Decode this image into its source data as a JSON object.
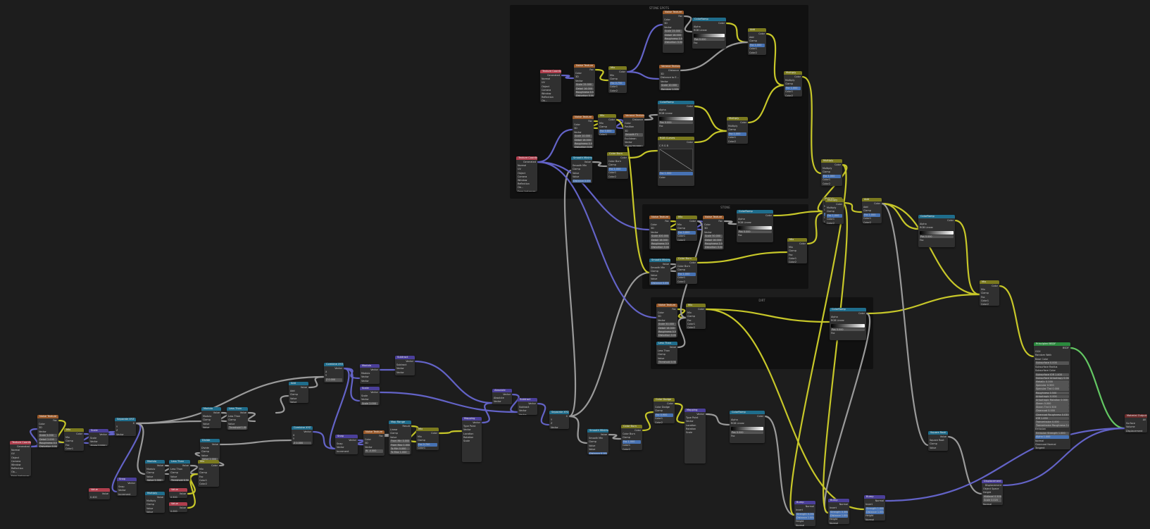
{
  "colors": {
    "background": "#1d1d1d",
    "frame": "#111111",
    "node_body": "#303030",
    "header_texture": "#e0716e",
    "header_input": "#b03e4d",
    "header_converter": "#1f6d8c",
    "header_shader": "#2b8a3e",
    "header_vector": "#4b3f9a",
    "header_color": "#7b7a1e",
    "header_output": "#6b2a2a",
    "wire_gray": "#9a9a9a",
    "wire_yellow": "#c7c729",
    "wire_blue": "#6363c7",
    "wire_green": "#63c763"
  },
  "frames": [
    {
      "id": "stone_spots",
      "label": "STONE SPOTS"
    },
    {
      "id": "stone",
      "label": "STONE"
    },
    {
      "id": "dirt",
      "label": "DIRT"
    }
  ],
  "nodes": [
    {
      "id": "texcoord_main",
      "title": "Texture Coordinate",
      "cat": "input",
      "rows": [
        "Generated",
        "Normal",
        "UV",
        "Object",
        "Camera",
        "Window",
        "Reflection",
        "Ob...",
        "From Instancer"
      ]
    },
    {
      "id": "noise_a",
      "title": "Noise Texture",
      "cat": "texture",
      "rows": [
        "Fac",
        "Color",
        "3D",
        "Vector",
        "Scale 5.000",
        "Detail 2.000",
        "Roughness 0.500",
        "Distortion 0.000"
      ]
    },
    {
      "id": "mix_a",
      "title": "Mix",
      "cat": "color",
      "rows": [
        "Color",
        "Mix",
        "Clamp",
        "Fac",
        "Color1",
        "Color2"
      ]
    },
    {
      "id": "scale_a",
      "title": "Scale",
      "cat": "vector",
      "rows": [
        "Vector",
        "Scale",
        "Vector",
        "Scale 1.000"
      ]
    },
    {
      "id": "sepxyz_a",
      "title": "Separate XYZ",
      "cat": "converter",
      "rows": [
        "X",
        "Y",
        "Z",
        "Vector"
      ]
    },
    {
      "id": "value_a",
      "title": "Value",
      "cat": "input",
      "rows": [
        "Value",
        "0.400"
      ]
    },
    {
      "id": "snap_a",
      "title": "Snap",
      "cat": "vector",
      "rows": [
        "Vector",
        "Snap",
        "Vector",
        "Increment"
      ]
    },
    {
      "id": "modulo_a",
      "title": "Modulo",
      "cat": "converter",
      "rows": [
        "Value",
        "Modulo",
        "Clamp",
        "Value",
        "Value 2.000"
      ]
    },
    {
      "id": "lessthan_a",
      "title": "Less Than",
      "cat": "converter",
      "rows": [
        "Value",
        "Less Than",
        "Clamp",
        "Value",
        "Threshold 0.500"
      ]
    },
    {
      "id": "multiply_a",
      "title": "Multiply",
      "cat": "converter",
      "rows": [
        "Value",
        "Multiply",
        "Clamp",
        "Value",
        "Value"
      ]
    },
    {
      "id": "divide_a",
      "title": "Divide",
      "cat": "converter",
      "rows": [
        "Value",
        "Divide",
        "Clamp",
        "Value",
        "Value 2.000"
      ]
    },
    {
      "id": "modulo_b",
      "title": "Modulo",
      "cat": "converter",
      "rows": [
        "Value",
        "Modulo",
        "Clamp",
        "Value",
        "Value"
      ]
    },
    {
      "id": "lessthan_b",
      "title": "Less Than",
      "cat": "converter",
      "rows": [
        "Value",
        "Less Than",
        "Clamp",
        "Value",
        "Threshold 1.000"
      ]
    },
    {
      "id": "mix_b",
      "title": "Mix",
      "cat": "color",
      "rows": [
        "Color",
        "Mix",
        "Clamp",
        "Fac",
        "Color1",
        "Color2"
      ]
    },
    {
      "id": "value_b",
      "title": "Value",
      "cat": "input",
      "rows": [
        "Value",
        "0.500"
      ]
    },
    {
      "id": "value_c",
      "title": "Value",
      "cat": "input",
      "rows": [
        "Value",
        "0.000"
      ]
    },
    {
      "id": "scale_b",
      "title": "Snap",
      "cat": "vector",
      "rows": [
        "Value",
        "Snap",
        "Clamp",
        "Value",
        "Value 1.000"
      ]
    },
    {
      "id": "add_a",
      "title": "Add",
      "cat": "converter",
      "rows": [
        "Value",
        "Add",
        "Clamp",
        "Value",
        "Value"
      ]
    },
    {
      "id": "combine_a",
      "title": "Combine XYZ",
      "cat": "converter",
      "rows": [
        "Vector",
        "X",
        "Y",
        "Z 0.000"
      ]
    },
    {
      "id": "combine_b",
      "title": "Combine XYZ",
      "cat": "converter",
      "rows": [
        "Vector",
        "X",
        "Y",
        "Z 0.000"
      ]
    },
    {
      "id": "modulo_c",
      "title": "Modulo",
      "cat": "vector",
      "rows": [
        "Vector",
        "Modulo",
        "Vector",
        "Vector"
      ]
    },
    {
      "id": "subtract_a",
      "title": "Subtract",
      "cat": "vector",
      "rows": [
        "Vector",
        "Subtract",
        "Vector",
        "Vector"
      ]
    },
    {
      "id": "scale_c",
      "title": "Scale",
      "cat": "vector",
      "rows": [
        "Vector",
        "Scale",
        "Vector",
        "Scale 2.000"
      ]
    },
    {
      "id": "snap_b",
      "title": "Snap",
      "cat": "vector",
      "rows": [
        "Vector",
        "Snap",
        "Vector",
        "Increment"
      ]
    },
    {
      "id": "noise_b",
      "title": "Noise Texture",
      "cat": "texture",
      "rows": [
        "Fac",
        "Color",
        "3D",
        "Vector",
        "W -4.000"
      ]
    },
    {
      "id": "maprange_a",
      "title": "Map Range",
      "cat": "converter",
      "rows": [
        "Result",
        "Linear",
        "Clamp",
        "Value",
        "From Min 0.000",
        "From Max 1.000",
        "To Min 0.000",
        "To Max 1.000"
      ]
    },
    {
      "id": "mix_c",
      "title": "Mix",
      "cat": "color",
      "rows": [
        "Color",
        "Mix",
        "Clamp",
        "Fac 0.700",
        "Color1",
        "Color2"
      ]
    },
    {
      "id": "mapping_a",
      "title": "Mapping",
      "cat": "vector",
      "rows": [
        "Vector",
        "Type Point",
        "Vector",
        "Location",
        "Rotation",
        "Scale"
      ]
    },
    {
      "id": "absolute_a",
      "title": "Absolute",
      "cat": "vector",
      "rows": [
        "Vector",
        "Absolute",
        "Vector"
      ]
    },
    {
      "id": "subtract_b",
      "title": "Subtract",
      "cat": "vector",
      "rows": [
        "Vector",
        "Subtract",
        "Vector",
        "Vector"
      ]
    },
    {
      "id": "sepxyz_b",
      "title": "Separate XYZ",
      "cat": "converter",
      "rows": [
        "X",
        "Y",
        "Z",
        "Vector"
      ]
    },
    {
      "id": "smoothmin_a",
      "title": "Smooth Minimum",
      "cat": "converter",
      "rows": [
        "Value",
        "Smooth Min",
        "Clamp",
        "Value",
        "Value",
        "Distance 0.100"
      ]
    },
    {
      "id": "colorburn_a",
      "title": "Color Burn",
      "cat": "color",
      "rows": [
        "Color",
        "Color Burn",
        "Clamp",
        "Fac 1.000",
        "Color1",
        "Color2"
      ]
    },
    {
      "id": "colordodge_a",
      "title": "Color Dodge",
      "cat": "color",
      "rows": [
        "Color",
        "Color Dodge",
        "Clamp",
        "Fac 0.900",
        "Color1",
        "Color2"
      ]
    },
    {
      "id": "mapping_b",
      "title": "Mapping",
      "cat": "vector",
      "rows": [
        "Vector",
        "Type Point",
        "Vector",
        "Location",
        "Rotation",
        "Scale"
      ]
    },
    {
      "id": "colorramp_a",
      "title": "ColorRamp",
      "cat": "converter",
      "rows": [
        "Color",
        "Alpha",
        "RGB Linear",
        "Pos 0.000",
        "Fac"
      ]
    },
    {
      "id": "bump_a",
      "title": "Bump",
      "cat": "vector",
      "rows": [
        "Normal",
        "Invert",
        "Strength 0.200",
        "Distance 1.000",
        "Height",
        "Normal"
      ]
    },
    {
      "id": "bump_b",
      "title": "Bump",
      "cat": "vector",
      "rows": [
        "Normal",
        "Invert",
        "Strength 0.300",
        "Distance 1.000",
        "Height",
        "Normal"
      ]
    },
    {
      "id": "bump_c",
      "title": "Bump",
      "cat": "vector",
      "rows": [
        "Normal",
        "Invert",
        "Strength 1.000",
        "Distance 1.000",
        "Height",
        "Normal"
      ]
    },
    {
      "id": "texcoord_s",
      "title": "Texture Coordinate",
      "cat": "input",
      "rows": [
        "Generated",
        "Normal",
        "UV",
        "Object",
        "Camera",
        "Window",
        "Reflection",
        "Ob...",
        "From Instancer"
      ]
    },
    {
      "id": "noise_s1",
      "title": "Noise Texture",
      "cat": "texture",
      "rows": [
        "Fac",
        "Color",
        "3D",
        "Vector",
        "Scale 10.000",
        "Detail 16.000",
        "Roughness 0.500",
        "Distortion 0.000"
      ]
    },
    {
      "id": "mix_s1",
      "title": "Mix",
      "cat": "color",
      "rows": [
        "Color",
        "Mix",
        "Clamp",
        "Fac 0.800",
        "Color1",
        "Color2"
      ]
    },
    {
      "id": "voronoi_s1",
      "title": "Voronoi Texture",
      "cat": "texture",
      "rows": [
        "Distance",
        "Color",
        "Position",
        "3D",
        "Smooth F1",
        "Euclidean",
        "Vector",
        "Scale 25.000",
        "Smooth 1.000",
        "Random 1.000"
      ]
    },
    {
      "id": "voronoi_s2",
      "title": "Voronoi Texture",
      "cat": "texture",
      "rows": [
        "Distance",
        "3D",
        "Distance to E...",
        "Vector",
        "Scale 10.000",
        "Random 1.000"
      ]
    },
    {
      "id": "colorramp_s1",
      "title": "ColorRamp",
      "cat": "converter",
      "rows": [
        "Color",
        "Alpha",
        "RGB Linear",
        "Pos 0.000",
        "Fac"
      ]
    },
    {
      "id": "add_s1",
      "title": "Add",
      "cat": "color",
      "rows": [
        "Color",
        "Add",
        "Clamp",
        "Fac 1.000",
        "Color1",
        "Color2"
      ]
    },
    {
      "id": "multiply_s1",
      "title": "Multiply",
      "cat": "color",
      "rows": [
        "Color",
        "Multiply",
        "Clamp",
        "Fac 1.000",
        "Color1",
        "Color2"
      ]
    },
    {
      "id": "texcoord_s2",
      "title": "Texture Coordinate",
      "cat": "input",
      "rows": [
        "Generated",
        "Normal",
        "UV",
        "Object",
        "Camera",
        "Window",
        "Reflection",
        "Ob...",
        "From Instancer"
      ]
    },
    {
      "id": "noise_s2",
      "title": "Noise Texture",
      "cat": "texture",
      "rows": [
        "Fac",
        "Color",
        "3D",
        "Vector",
        "Scale 25.000",
        "Detail 16.000",
        "Roughness 0.500",
        "Distortion 0.000"
      ]
    },
    {
      "id": "mix_s2",
      "title": "Mix",
      "cat": "color",
      "rows": [
        "Color",
        "Mix",
        "Clamp",
        "Fac 0.750",
        "Color1",
        "Color2"
      ]
    },
    {
      "id": "noise_s3",
      "title": "Noise Texture",
      "cat": "texture",
      "rows": [
        "Fac",
        "Color",
        "3D",
        "Vector",
        "Scale 25.000",
        "Detail 16.000",
        "Roughness 0.500",
        "Distortion 0.000"
      ]
    },
    {
      "id": "smoothmin_s",
      "title": "Smooth Minimum",
      "cat": "converter",
      "rows": [
        "Value",
        "Smooth Min",
        "Clamp",
        "Value",
        "Value",
        "Distance 0.050"
      ]
    },
    {
      "id": "colorburn_s",
      "title": "Color Burn",
      "cat": "color",
      "rows": [
        "Color",
        "Color Burn",
        "Clamp",
        "Fac 1.000",
        "Color1",
        "Color2"
      ]
    },
    {
      "id": "colorramp_s2",
      "title": "ColorRamp",
      "cat": "converter",
      "rows": [
        "Color",
        "Alpha",
        "RGB Linear",
        "Pos 0.000",
        "Fac"
      ]
    },
    {
      "id": "rgbcurves_s",
      "title": "RGB Curves",
      "cat": "color",
      "rows": [
        "Color",
        "C R G B",
        "Fac 1.000",
        "Color"
      ]
    },
    {
      "id": "multiply_s2",
      "title": "Multiply",
      "cat": "color",
      "rows": [
        "Color",
        "Multiply",
        "Clamp",
        "Fac 1.000",
        "Color1",
        "Color2"
      ]
    },
    {
      "id": "multiply_s3",
      "title": "Multiply",
      "cat": "color",
      "rows": [
        "Color",
        "Multiply",
        "Clamp",
        "Fac 1.000",
        "Color1",
        "Color2"
      ]
    },
    {
      "id": "noise_t1",
      "title": "Noise Texture",
      "cat": "texture",
      "rows": [
        "Fac",
        "Color",
        "3D",
        "Vector",
        "Scale 400.000",
        "Detail 16.000",
        "Roughness 0.500",
        "Distortion 0.000"
      ]
    },
    {
      "id": "mix_t1",
      "title": "Mix",
      "cat": "color",
      "rows": [
        "Color",
        "Mix",
        "Clamp",
        "Fac 0.800",
        "Color1",
        "Color2"
      ]
    },
    {
      "id": "noise_t2",
      "title": "Noise Texture",
      "cat": "texture",
      "rows": [
        "Fac",
        "Color",
        "3D",
        "Vector",
        "Scale 50.000",
        "Detail 16.000",
        "Roughness 0.500",
        "Distortion 0.000"
      ]
    },
    {
      "id": "colorramp_t1",
      "title": "ColorRamp",
      "cat": "converter",
      "rows": [
        "Color",
        "Alpha",
        "RGB Linear",
        "Pos 0.000",
        "Fac"
      ]
    },
    {
      "id": "smoothmin_t",
      "title": "Smooth Minimum",
      "cat": "converter",
      "rows": [
        "Value",
        "Smooth Min",
        "Clamp",
        "Value",
        "Value",
        "Distance 0.050"
      ]
    },
    {
      "id": "colorburn_t",
      "title": "Color Burn",
      "cat": "color",
      "rows": [
        "Color",
        "Color Burn",
        "Clamp",
        "Fac 1.000",
        "Color1",
        "Color2"
      ]
    },
    {
      "id": "mix_t2",
      "title": "Mix",
      "cat": "color",
      "rows": [
        "Color",
        "Mix",
        "Clamp",
        "Fac",
        "Color1",
        "Color2"
      ]
    },
    {
      "id": "multiply_t1",
      "title": "Multiply",
      "cat": "color",
      "rows": [
        "Color",
        "Multiply",
        "Clamp",
        "Fac 1.000",
        "Color1",
        "Color2"
      ]
    },
    {
      "id": "multiply_t2",
      "title": "Multiply",
      "cat": "color",
      "rows": [
        "Color",
        "Multiply",
        "Clamp",
        "Fac 1.000",
        "Color1",
        "Color2"
      ]
    },
    {
      "id": "add_t1",
      "title": "Add",
      "cat": "color",
      "rows": [
        "Color",
        "Add",
        "Clamp",
        "Fac 1.000",
        "Color1",
        "Color2"
      ]
    },
    {
      "id": "noise_d1",
      "title": "Noise Texture",
      "cat": "texture",
      "rows": [
        "Fac",
        "Color",
        "3D",
        "Vector",
        "Scale 50.000",
        "Detail 16.000",
        "Roughness 0.500",
        "Distortion 0.000"
      ]
    },
    {
      "id": "mix_d1",
      "title": "Mix",
      "cat": "color",
      "rows": [
        "Color",
        "Mix",
        "Clamp",
        "Fac",
        "Color1",
        "Color2"
      ]
    },
    {
      "id": "lessthan_d",
      "title": "Less Than",
      "cat": "converter",
      "rows": [
        "Value",
        "Less Than",
        "Clamp",
        "Value",
        "Threshold 0.500"
      ]
    },
    {
      "id": "colorramp_d1",
      "title": "ColorRamp",
      "cat": "converter",
      "rows": [
        "Color",
        "Alpha",
        "RGB Linear",
        "Pos 0.000",
        "Fac"
      ]
    },
    {
      "id": "colorramp_r",
      "title": "ColorRamp",
      "cat": "converter",
      "rows": [
        "Color",
        "Alpha",
        "RGB Linear",
        "Pos 0.000",
        "Fac"
      ]
    },
    {
      "id": "mix_r",
      "title": "Mix",
      "cat": "color",
      "rows": [
        "Color",
        "Mix",
        "Clamp",
        "Fac",
        "Color1",
        "Color2"
      ]
    },
    {
      "id": "principled",
      "title": "Principled BSDF",
      "cat": "shader",
      "rows": [
        "BSDF",
        "GGX",
        "Random Walk",
        "Base Color",
        "Subsurface 0.000",
        "Subsurface Radius",
        "Subsurface Color",
        "Subsurface IOR 1.400",
        "Subsurface Anisotropy 0.000",
        "Metallic 0.000",
        "Specular 0.500",
        "Specular Tint 0.000",
        "Roughness 0.500",
        "Anisotropic 0.000",
        "Anisotropic Rotation 0.000",
        "Sheen 0.000",
        "Sheen Tint 0.500",
        "Clearcoat 0.000",
        "Clearcoat Roughness 0.030",
        "IOR 1.450",
        "Transmission 0.000",
        "Transmission Roughness 0.000",
        "Emission",
        "Emission Strength 1.000",
        "Alpha 1.000",
        "Normal",
        "Clearcoat Normal",
        "Tangent"
      ]
    },
    {
      "id": "squareroot",
      "title": "Square Root",
      "cat": "converter",
      "rows": [
        "Value",
        "Square Root",
        "Clamp",
        "Value"
      ]
    },
    {
      "id": "displacement",
      "title": "Displacement",
      "cat": "vector",
      "rows": [
        "Displacement",
        "Object Space",
        "Height",
        "Midlevel 0.500",
        "Scale 0.020",
        "Normal"
      ]
    },
    {
      "id": "matoutput",
      "title": "Material Output",
      "cat": "output",
      "rows": [
        "All",
        "Surface",
        "Volume",
        "Displacement"
      ]
    }
  ]
}
